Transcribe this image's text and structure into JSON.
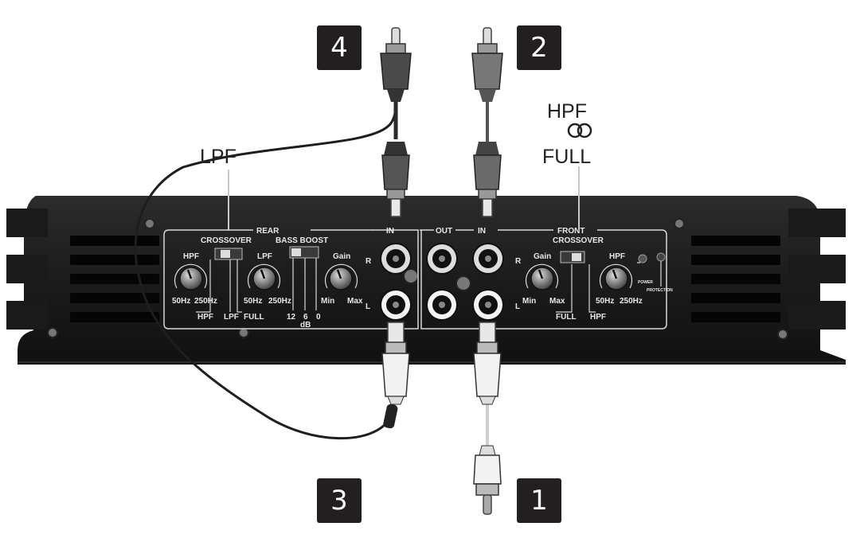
{
  "badges": {
    "b1": "1",
    "b2": "2",
    "b3": "3",
    "b4": "4"
  },
  "callouts": {
    "lpf": "LPF",
    "hpf": "HPF",
    "full": "FULL"
  },
  "panel": {
    "rear": "REAR",
    "in_left": "IN",
    "out": "OUT",
    "in_right": "IN",
    "front": "FRONT",
    "crossover_rear": "CROSSOVER",
    "bass_boost": "BASS BOOST",
    "crossover_front": "CROSSOVER",
    "hpf_rear": "HPF",
    "hz50_rear": "50Hz",
    "hz250_rear": "250Hz",
    "lpf_rear": "LPF",
    "hz50_lpf": "50Hz",
    "hz250_lpf": "250Hz",
    "gain_rear": "Gain",
    "min_rear": "Min",
    "max_rear": "Max",
    "sw_hpf": "HPF",
    "sw_lpf": "LPF",
    "sw_full": "FULL",
    "db12": "12",
    "db6": "6",
    "db0": "0",
    "db": "dB",
    "gain_front": "Gain",
    "min_front": "Min",
    "max_front": "Max",
    "full_front": "FULL",
    "hpf_front": "HPF",
    "hz50_front": "50Hz",
    "hz250_front": "250Hz",
    "sw_hpf_front": "HPF",
    "r_left": "R",
    "l_left": "L",
    "r_right": "R",
    "l_right": "L",
    "power": "POWER",
    "protection": "PROTECTION"
  },
  "colors": {
    "amp": "#1c1c1c",
    "panel_line": "#d8d8d8",
    "dark_plug": "#3a3a3a",
    "light_plug": "#e6e6e6",
    "badge": "#231f20"
  }
}
